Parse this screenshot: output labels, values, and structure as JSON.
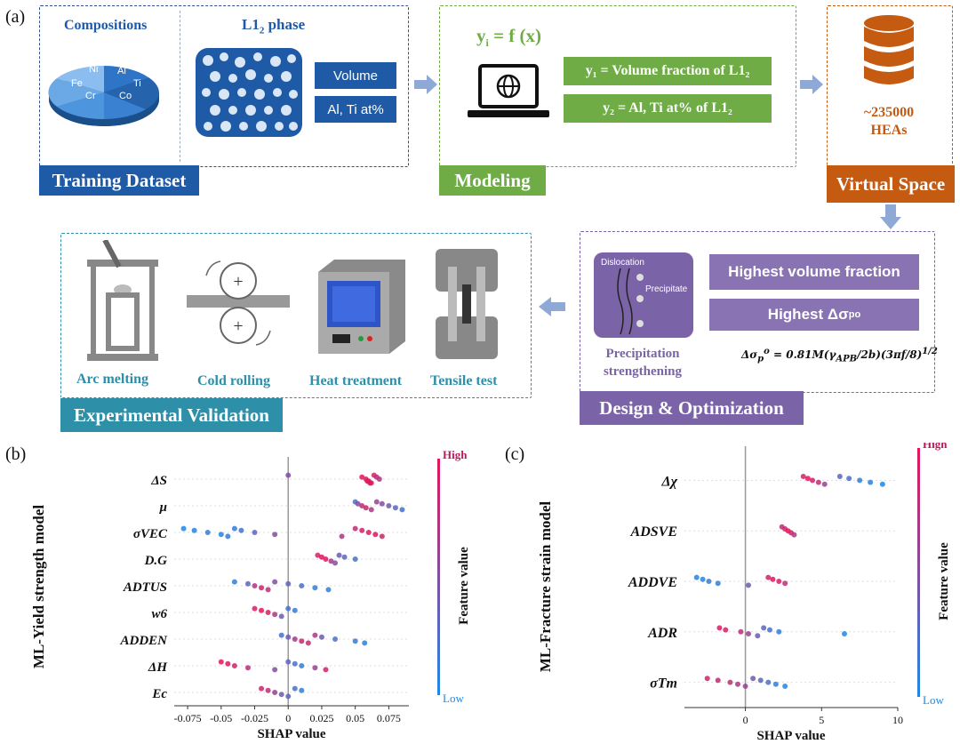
{
  "panel_a": {
    "letter": "(a)",
    "training": {
      "compositions_title": "Compositions",
      "l12_title": "L1",
      "l12_sub": "2",
      "l12_suffix": " phase",
      "pie_labels": [
        "Ni",
        "Al",
        "Fe",
        "Ti",
        "Cr",
        "Co"
      ],
      "volume_label": "Volume",
      "alti_label": "Al, Ti at%",
      "tag": "Training Dataset"
    },
    "modeling": {
      "equation": "y",
      "eq_sub": "i",
      "eq_rest": " = f (x)",
      "y1_label": "y₁ = Volume fraction of L1₂",
      "y2_label": "y₂ = Al, Ti  at% of L1₂",
      "tag": "Modeling"
    },
    "virtual": {
      "count": "~235000",
      "unit": "HEAs",
      "tag": "Virtual Space"
    },
    "design": {
      "dislocation": "Dislocation",
      "precipitate": "Precipitate",
      "caption1": "Precipitation",
      "caption2": "strengthening",
      "opt1": "Highest volume fraction",
      "opt2_prefix": "Highest Δσ",
      "formula": "Δσ = 0.81M(γAPB/2b)(3πf/8)^1/2",
      "tag": "Design & Optimization"
    },
    "experimental": {
      "steps": [
        "Arc melting",
        "Cold rolling",
        "Heat treatment",
        "Tensile test"
      ],
      "tag": "Experimental Validation"
    },
    "colors": {
      "blue_tag": "#1f5aa6",
      "green": "#6fac46",
      "orange": "#c55a11",
      "purple": "#7a63a6",
      "teal": "#2e8fa8"
    }
  },
  "panel_b": {
    "letter": "(b)",
    "ylabel": "ML-Yield strength model",
    "xlabel": "SHAP value",
    "cbar_high": "High",
    "cbar_low": "Low",
    "cbar_label": "Feature value",
    "ticks": [
      "-0.075",
      "-0.05",
      "-0.025",
      "0",
      "0.025",
      "0.05",
      "0.075"
    ]
  },
  "panel_c": {
    "letter": "(c)",
    "ylabel": "ML-Fracture strain model",
    "xlabel": "SHAP value",
    "cbar_high": "High",
    "cbar_low": "Low",
    "cbar_label": "Feature value",
    "ticks": [
      "0",
      "5",
      "10"
    ]
  },
  "chart_data": [
    {
      "type": "scatter",
      "title": "",
      "xlabel": "SHAP value",
      "ylabel": "ML-Yield strength model",
      "xlim": [
        -0.085,
        0.09
      ],
      "features": [
        "ΔS",
        "μ",
        "σVEC",
        "D.G",
        "ADTUS",
        "w6",
        "ADDEN",
        "ΔH",
        "Ec"
      ],
      "series": [
        {
          "feature": "ΔS",
          "points": [
            [
              0,
              0.5
            ],
            [
              0.055,
              1
            ],
            [
              0.058,
              0.95
            ],
            [
              0.06,
              0.9
            ],
            [
              0.062,
              0.85
            ],
            [
              0.064,
              0.9
            ],
            [
              0.066,
              0.8
            ],
            [
              0.068,
              0.7
            ],
            [
              0.059,
              0.95
            ],
            [
              0.061,
              1
            ]
          ]
        },
        {
          "feature": "μ",
          "points": [
            [
              0.05,
              0.2
            ],
            [
              0.052,
              0.5
            ],
            [
              0.055,
              0.8
            ],
            [
              0.058,
              0.9
            ],
            [
              0.062,
              0.7
            ],
            [
              0.066,
              0.6
            ],
            [
              0.07,
              0.5
            ],
            [
              0.075,
              0.4
            ],
            [
              0.08,
              0.3
            ],
            [
              0.085,
              0.2
            ]
          ]
        },
        {
          "feature": "σVEC",
          "points": [
            [
              -0.078,
              0
            ],
            [
              -0.07,
              0.05
            ],
            [
              -0.06,
              0.1
            ],
            [
              -0.05,
              0.05
            ],
            [
              -0.045,
              0.1
            ],
            [
              -0.04,
              0.1
            ],
            [
              -0.035,
              0.15
            ],
            [
              -0.025,
              0.3
            ],
            [
              -0.01,
              0.5
            ],
            [
              0.04,
              0.7
            ],
            [
              0.05,
              0.8
            ],
            [
              0.055,
              0.9
            ],
            [
              0.06,
              0.95
            ],
            [
              0.065,
              1
            ],
            [
              0.07,
              0.9
            ]
          ]
        },
        {
          "feature": "D.G",
          "points": [
            [
              0.022,
              0.9
            ],
            [
              0.025,
              1
            ],
            [
              0.028,
              0.95
            ],
            [
              0.032,
              0.7
            ],
            [
              0.035,
              0.5
            ],
            [
              0.038,
              0.4
            ],
            [
              0.042,
              0.3
            ],
            [
              0.05,
              0.2
            ]
          ]
        },
        {
          "feature": "ADTUS",
          "points": [
            [
              -0.04,
              0.1
            ],
            [
              -0.03,
              0.3
            ],
            [
              -0.025,
              0.7
            ],
            [
              -0.02,
              0.9
            ],
            [
              -0.015,
              0.8
            ],
            [
              -0.01,
              0.5
            ],
            [
              0,
              0.3
            ],
            [
              0.01,
              0.2
            ],
            [
              0.02,
              0.1
            ],
            [
              0.03,
              0.05
            ]
          ]
        },
        {
          "feature": "w6",
          "points": [
            [
              -0.025,
              0.9
            ],
            [
              -0.02,
              1
            ],
            [
              -0.015,
              0.9
            ],
            [
              -0.01,
              0.7
            ],
            [
              -0.005,
              0.4
            ],
            [
              0,
              0.2
            ],
            [
              0.005,
              0.1
            ]
          ]
        },
        {
          "feature": "ADDEN",
          "points": [
            [
              -0.005,
              0.2
            ],
            [
              0,
              0.4
            ],
            [
              0.005,
              0.7
            ],
            [
              0.01,
              0.9
            ],
            [
              0.015,
              0.8
            ],
            [
              0.02,
              0.7
            ],
            [
              0.025,
              0.4
            ],
            [
              0.035,
              0.2
            ],
            [
              0.05,
              0.1
            ],
            [
              0.057,
              0.05
            ]
          ]
        },
        {
          "feature": "ΔH",
          "points": [
            [
              -0.05,
              1
            ],
            [
              -0.045,
              0.95
            ],
            [
              -0.04,
              0.9
            ],
            [
              -0.03,
              0.8
            ],
            [
              -0.01,
              0.5
            ],
            [
              0,
              0.3
            ],
            [
              0.005,
              0.2
            ],
            [
              0.01,
              0.1
            ],
            [
              0.02,
              0.6
            ],
            [
              0.028,
              0.9
            ]
          ]
        },
        {
          "feature": "Ec",
          "points": [
            [
              -0.02,
              0.9
            ],
            [
              -0.015,
              0.8
            ],
            [
              -0.01,
              0.6
            ],
            [
              -0.005,
              0.4
            ],
            [
              0,
              0.3
            ],
            [
              0.005,
              0.2
            ],
            [
              0.01,
              0.1
            ]
          ]
        }
      ]
    },
    {
      "type": "scatter",
      "title": "",
      "xlabel": "SHAP value",
      "ylabel": "ML-Fracture strain model",
      "xlim": [
        -4,
        10
      ],
      "features": [
        "Δχ",
        "ADSVE",
        "ADDVE",
        "ADR",
        "σTm"
      ],
      "series": [
        {
          "feature": "Δχ",
          "points": [
            [
              3.8,
              0.9
            ],
            [
              4.1,
              1
            ],
            [
              4.4,
              0.9
            ],
            [
              4.8,
              0.8
            ],
            [
              5.2,
              0.6
            ],
            [
              6.2,
              0.3
            ],
            [
              6.8,
              0.2
            ],
            [
              7.5,
              0.1
            ],
            [
              8.2,
              0.05
            ],
            [
              9.0,
              0
            ]
          ]
        },
        {
          "feature": "ADSVE",
          "points": [
            [
              2.4,
              0.8
            ],
            [
              2.6,
              0.9
            ],
            [
              2.8,
              1
            ],
            [
              3.0,
              0.9
            ],
            [
              3.2,
              0.7
            ]
          ]
        },
        {
          "feature": "ADDVE",
          "points": [
            [
              -3.2,
              0
            ],
            [
              -2.8,
              0.05
            ],
            [
              -2.4,
              0.1
            ],
            [
              -1.8,
              0.1
            ],
            [
              0.2,
              0.4
            ],
            [
              1.5,
              0.9
            ],
            [
              1.8,
              1
            ],
            [
              2.2,
              0.9
            ],
            [
              2.6,
              0.8
            ]
          ]
        },
        {
          "feature": "ADR",
          "points": [
            [
              -1.7,
              0.95
            ],
            [
              -1.3,
              0.9
            ],
            [
              -0.3,
              0.8
            ],
            [
              0.2,
              0.6
            ],
            [
              0.8,
              0.4
            ],
            [
              1.2,
              0.3
            ],
            [
              1.6,
              0.2
            ],
            [
              2.2,
              0.1
            ],
            [
              6.5,
              0
            ]
          ]
        },
        {
          "feature": "σTm",
          "points": [
            [
              -2.5,
              0.9
            ],
            [
              -1.8,
              0.85
            ],
            [
              -1.0,
              0.8
            ],
            [
              -0.5,
              0.7
            ],
            [
              0,
              0.6
            ],
            [
              0.5,
              0.4
            ],
            [
              1.0,
              0.3
            ],
            [
              1.5,
              0.2
            ],
            [
              2.0,
              0.1
            ],
            [
              2.6,
              0
            ]
          ]
        }
      ]
    }
  ]
}
